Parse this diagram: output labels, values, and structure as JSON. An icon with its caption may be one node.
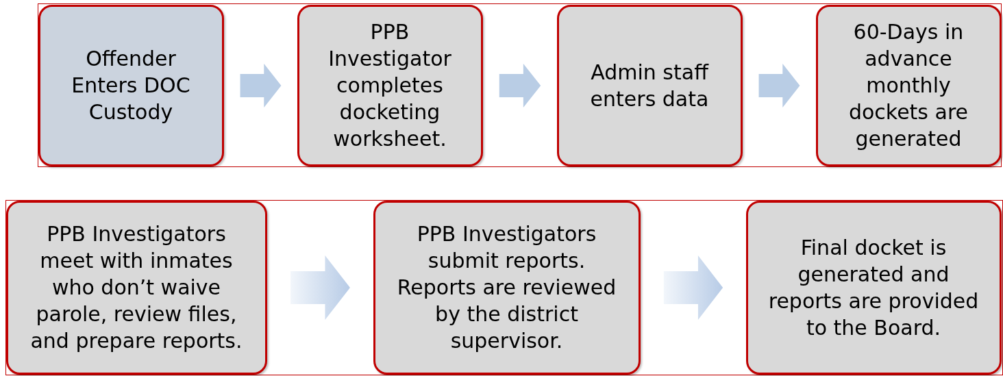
{
  "diagram": {
    "nodes": [
      {
        "text": [],
        "shape": "box"
      },
      {
        "text": [
          "Offender Enters DOC Custody"
        ],
        "in": 0
      },
      {
        "text": [
          "PPB Investigator completes docketing worksheet."
        ],
        "in": 0
      },
      {
        "text": [
          "Admin staff enters data"
        ],
        "in": 0
      },
      {
        "text": [
          "60-Days in advance monthly dockets are generated"
        ],
        "in": 0
      },
      {
        "text": [],
        "shape": "box"
      },
      {
        "text": [
          "PPB Investigators meet with inmates who don’t waive parole, review files, and prepare reports."
        ],
        "in": 5
      },
      {
        "text": [
          "PPB Investigators submit reports. Reports are reviewed by the district supervisor."
        ],
        "in": 5
      },
      {
        "text": [
          "Final docket is generated and reports are provided to the Board."
        ],
        "in": 5
      }
    ],
    "edges": [
      {
        "from": 1,
        "to": 2,
        "arrow": "to"
      },
      {
        "from": 2,
        "to": 3,
        "arrow": "to"
      },
      {
        "from": 3,
        "to": 4,
        "arrow": "to"
      },
      {
        "from": 6,
        "to": 7,
        "arrow": "to"
      },
      {
        "from": 7,
        "to": 8,
        "arrow": "to"
      }
    ]
  }
}
